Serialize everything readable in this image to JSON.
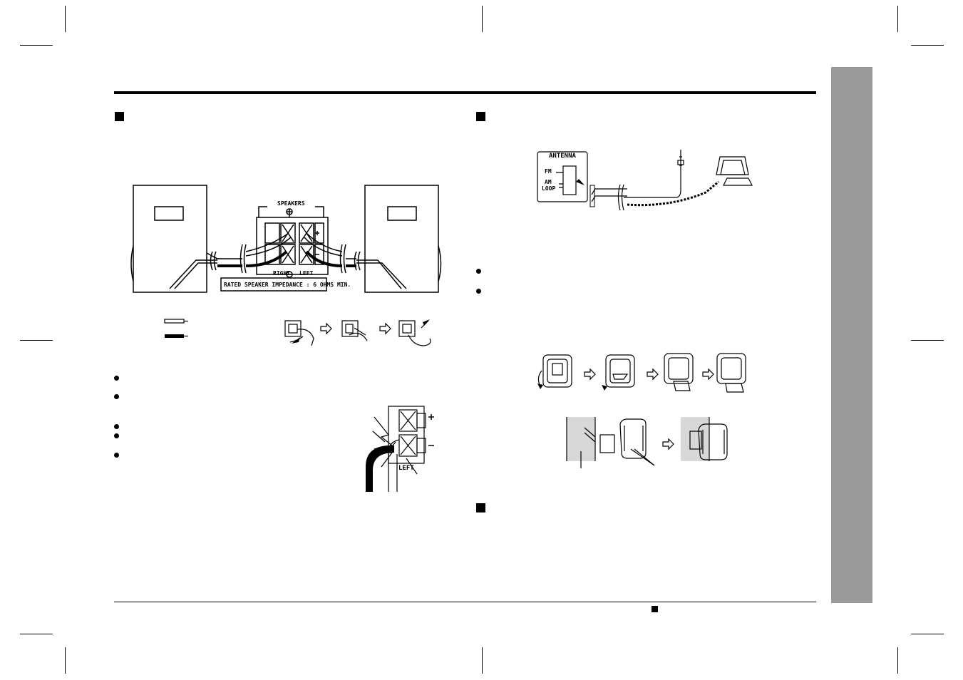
{
  "speaker_panel": {
    "title": "SPEAKERS",
    "right_label": "RIGHT",
    "left_label": "LEFT",
    "impedance_note": "RATED SPEAKER IMPEDANCE : 6 OHMS MIN."
  },
  "terminal_detail": {
    "left_label": "LEFT"
  },
  "antenna_panel": {
    "title": "ANTENNA",
    "fm_label": "FM",
    "am_label": "AM",
    "loop_label": "LOOP"
  }
}
